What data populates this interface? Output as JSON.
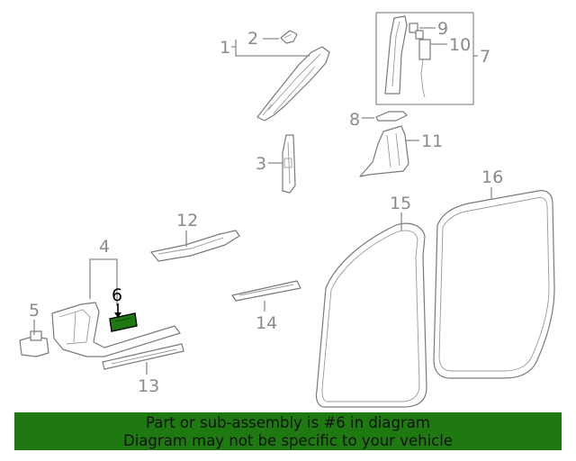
{
  "callouts": {
    "c1": "1",
    "c2": "2",
    "c3": "3",
    "c4": "4",
    "c5": "5",
    "c6": "6",
    "c7": "7",
    "c8": "8",
    "c9": "9",
    "c10": "10",
    "c11": "11",
    "c12": "12",
    "c13": "13",
    "c14": "14",
    "c15": "15",
    "c16": "16"
  },
  "highlight": {
    "part": "6",
    "color": "#1e7a10"
  },
  "banner": {
    "line1": "Part or sub-assembly is #6 in diagram",
    "line2": "Diagram may not be specific to your vehicle",
    "background": "#1e7a10"
  }
}
